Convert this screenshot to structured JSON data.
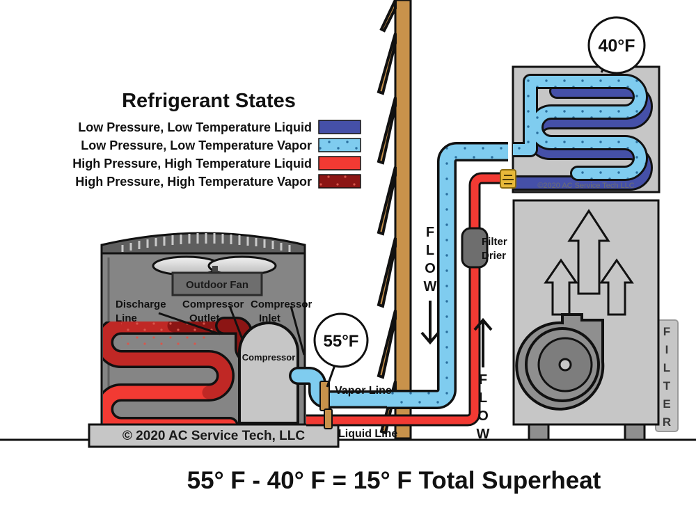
{
  "legend": {
    "title": "Refrigerant States",
    "items": [
      {
        "label": "Low Pressure, Low Temperature Liquid",
        "color": "#4550A8",
        "speckled": false
      },
      {
        "label": "Low Pressure, Low Temperature Vapor",
        "color": "#7FCCEF",
        "speckled": true
      },
      {
        "label": "High Pressure, High Temperature Liquid",
        "color": "#F23A33",
        "speckled": false
      },
      {
        "label": "High Pressure, High Temperature Vapor",
        "color": "#8C1514",
        "speckled": true
      }
    ]
  },
  "outdoor_unit": {
    "fan_label": "Outdoor Fan",
    "compressor_label": "Compressor",
    "discharge_line_label": "Discharge\nLine",
    "discharge_line_l1": "Discharge",
    "discharge_line_l2": "Line",
    "compressor_outlet_l1": "Compressor",
    "compressor_outlet_l2": "Outlet",
    "compressor_inlet_l1": "Compressor",
    "compressor_inlet_l2": "Inlet",
    "pad_copyright": "© 2020 AC Service Tech, LLC"
  },
  "indoor_unit": {
    "coil_copyright": "©2020 AC Service Tech LLC",
    "filter_label": "FILTER",
    "filter_letters": [
      "F",
      "I",
      "L",
      "T",
      "E",
      "R"
    ]
  },
  "lines": {
    "vapor_label": "Vapor Line",
    "liquid_label": "Liquid Line",
    "filter_drier_l1": "Filter",
    "filter_drier_l2": "Drier",
    "flow_label": "FLOW",
    "flow_letters": [
      "F",
      "L",
      "O",
      "W"
    ]
  },
  "callouts": {
    "evaporator_temp": "40°F",
    "vapor_line_temp": "55°F"
  },
  "equation": {
    "text": "55° F - 40° F = 15° F Total Superheat"
  },
  "colors": {
    "lp_liquid": "#4550A8",
    "lp_vapor": "#7FCCEF",
    "hp_liquid": "#F23A33",
    "hp_vapor": "#8C1514",
    "wall": "#C8924B",
    "cabinet_dark": "#858585",
    "cabinet_light": "#C6C6C6",
    "metering_device": "#E8B93A",
    "outline": "#111111"
  }
}
